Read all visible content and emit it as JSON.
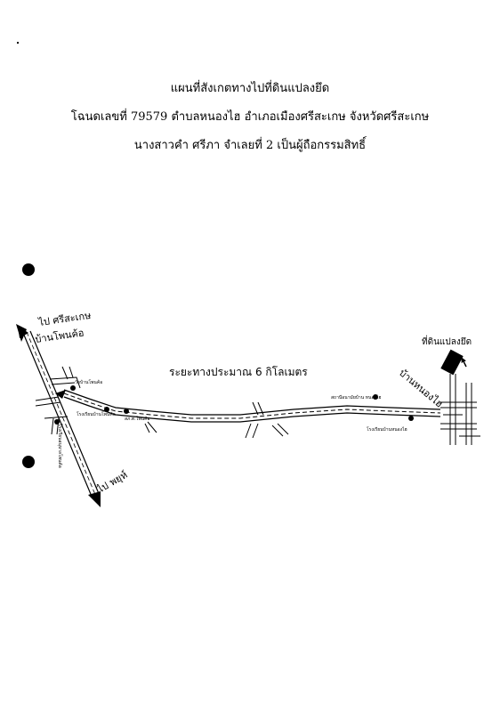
{
  "header": {
    "title": "แผนที่สังเกตทางไปที่ดินแปลงยึด",
    "deed_line": "โฉนดเลขที่ 79579 ตำบลหนองไฮ อำเภอเมืองศรีสะเกษ จังหวัดศรีสะเกษ",
    "owner_line": "นางสาวคำ ศรีภา จำเลยที่ 2 เป็นผู้ถือกรรมสิทธิ์"
  },
  "map": {
    "to_sisaket": "ไป ศรีสะเกษ",
    "ban_phon_kho": "บ้านโพนค้อ",
    "distance": "ระยะทางประมาณ 6 กิโลเมตร",
    "seized_plot": "ที่ดินแปลงยึด",
    "ban_nong_hai": "บ้านหนองไฮ",
    "to_phayu": "ไป พยุห์",
    "landmarks": {
      "temple": "วัดบ้านโพนค้อ",
      "school_phon_kho": "โรงเรียนบ้านโพนค้อ",
      "police": "สภ.ต.โพนค้อ",
      "hospital": "โรงเรียนอนุบาลโพนค้อ",
      "health_station": "สถานีอนามัยบ้าน หนองไฮ",
      "school_nong_hai": "โรงเรียนบ้านหนองไฮ"
    }
  }
}
